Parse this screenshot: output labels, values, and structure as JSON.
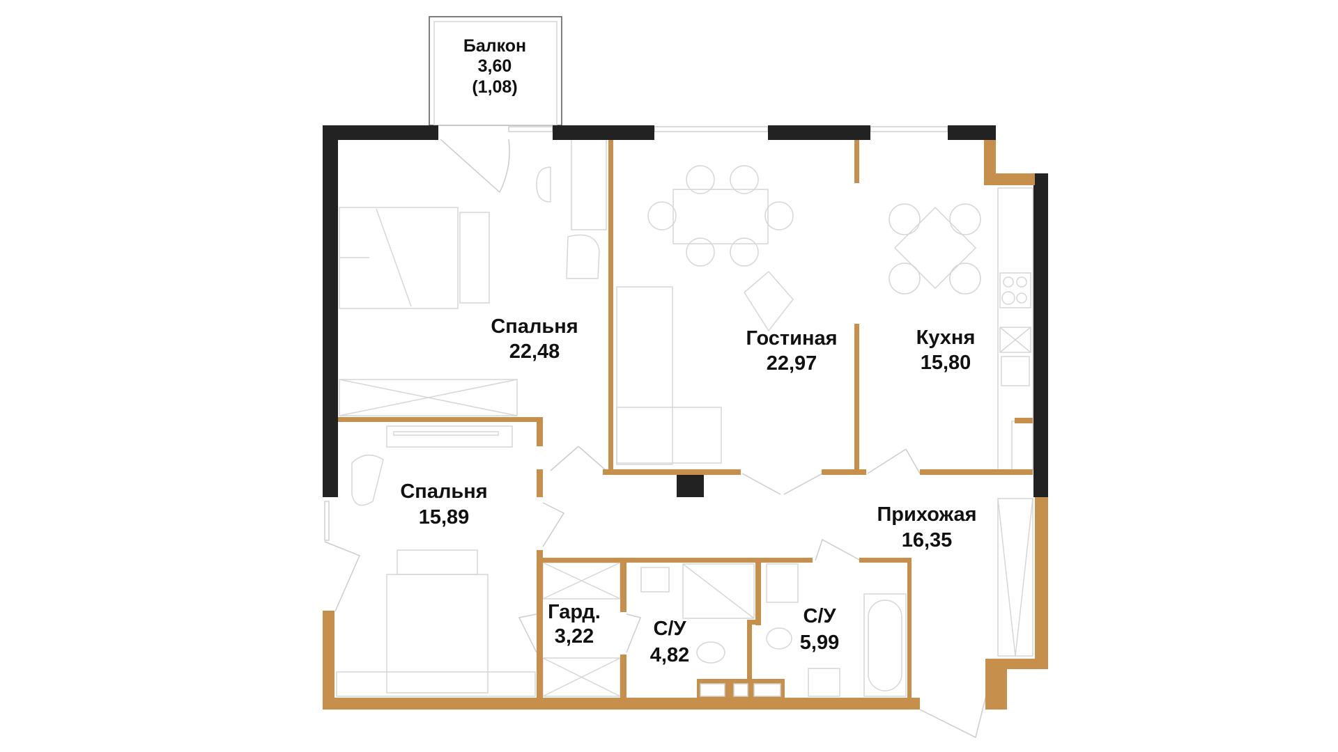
{
  "colors": {
    "outer_wall": "#222222",
    "inner_wall": "#c68f4c",
    "furniture": "#d6d6d6"
  },
  "rooms": {
    "balcony": {
      "name": "Балкон",
      "area": "3,60",
      "area_reduced": "(1,08)"
    },
    "bedroom_1": {
      "name": "Спальня",
      "area": "22,48"
    },
    "living": {
      "name": "Гостиная",
      "area": "22,97"
    },
    "kitchen": {
      "name": "Кухня",
      "area": "15,80"
    },
    "bedroom_2": {
      "name": "Спальня",
      "area": "15,89"
    },
    "hallway": {
      "name": "Прихожая",
      "area": "16,35"
    },
    "wardrobe": {
      "name": "Гард.",
      "area": "3,22"
    },
    "bathroom_1": {
      "name": "С/У",
      "area": "4,82"
    },
    "bathroom_2": {
      "name": "С/У",
      "area": "5,99"
    }
  }
}
